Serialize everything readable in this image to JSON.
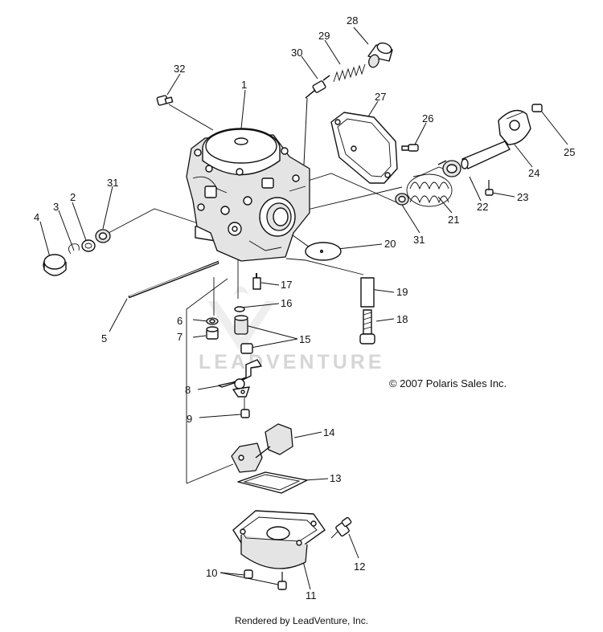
{
  "copyright": "© 2007 Polaris Sales Inc.",
  "footer": "Rendered by LeadVenture, Inc.",
  "watermark": "LEADVENTURE",
  "callouts": [
    "1",
    "2",
    "3",
    "4",
    "5",
    "6",
    "7",
    "8",
    "9",
    "10",
    "11",
    "12",
    "13",
    "14",
    "15",
    "16",
    "17",
    "18",
    "19",
    "20",
    "21",
    "22",
    "23",
    "24",
    "25",
    "26",
    "27",
    "28",
    "29",
    "30",
    "31",
    "31",
    "32"
  ]
}
